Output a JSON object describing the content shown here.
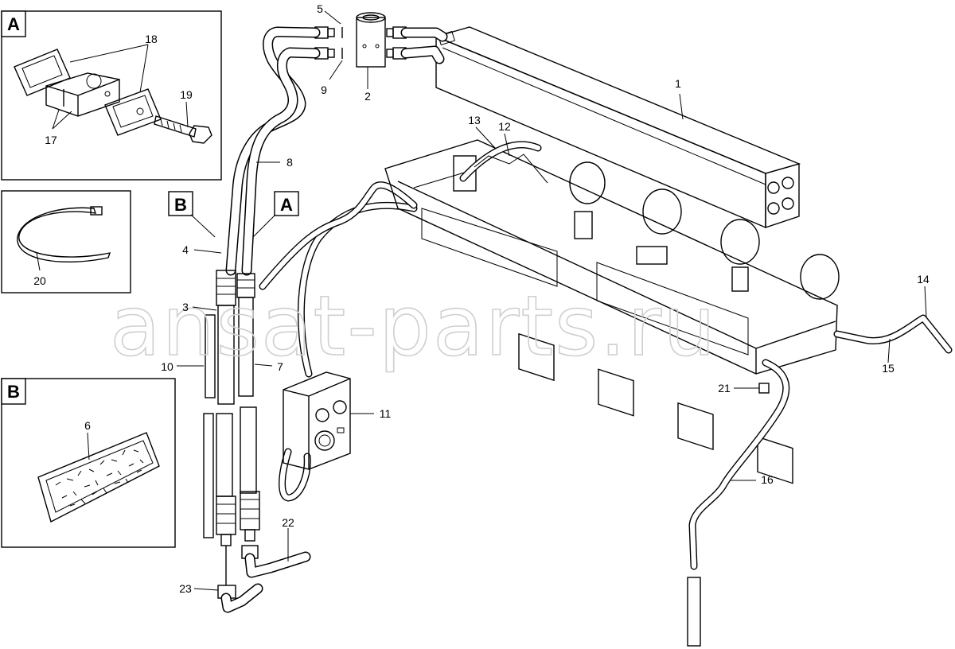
{
  "watermark": "ansat-parts.ru",
  "insets": {
    "a": {
      "tag": "A",
      "labels": [
        "18",
        "17",
        "19"
      ]
    },
    "cable_tie": {
      "label": "20"
    },
    "b": {
      "tag": "B",
      "label": "6"
    }
  },
  "view_tags": {
    "b": "B",
    "a": "A"
  },
  "callouts": {
    "c1": "1",
    "c2": "2",
    "c3": "3",
    "c4": "4",
    "c5": "5",
    "c7": "7",
    "c8": "8",
    "c9": "9",
    "c10": "10",
    "c11": "11",
    "c12": "12",
    "c13": "13",
    "c14": "14",
    "c15": "15",
    "c16": "16",
    "c21": "21",
    "c22": "22",
    "c23": "23"
  }
}
